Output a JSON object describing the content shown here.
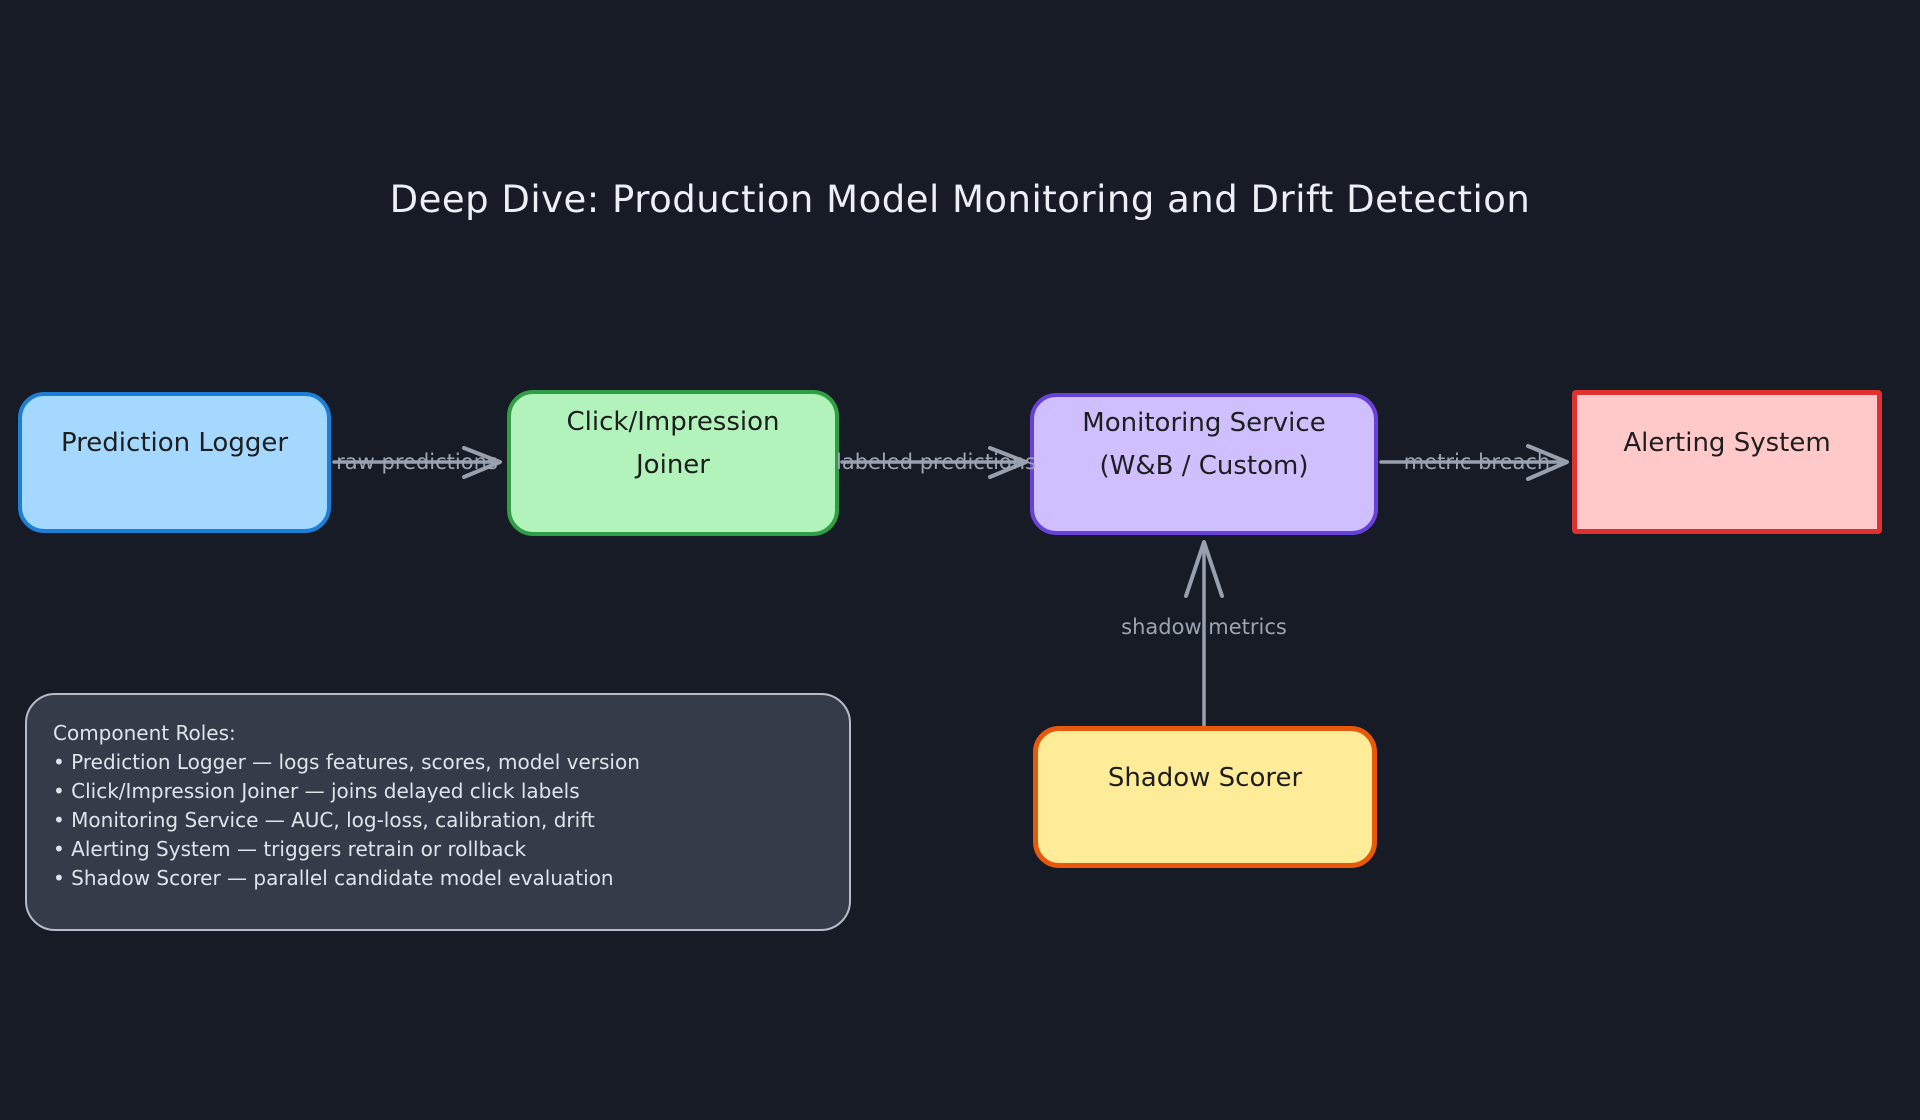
{
  "title": "Deep Dive: Production Model Monitoring and Drift Detection",
  "nodes": {
    "prediction_logger": {
      "label": "Prediction Logger",
      "fill": "#a5d8ff",
      "stroke": "#1c7ed6"
    },
    "click_impression_joiner": {
      "label": "Click/Impression\nJoiner",
      "fill": "#b2f2bb",
      "stroke": "#2f9e44"
    },
    "monitoring_service": {
      "label": "Monitoring Service\n(W&B / Custom)",
      "fill": "#d0bfff",
      "stroke": "#6741d9"
    },
    "alerting_system": {
      "label": "Alerting System",
      "fill": "#ffc9c9",
      "stroke": "#e03131"
    },
    "shadow_scorer": {
      "label": "Shadow Scorer",
      "fill": "#ffec99",
      "stroke": "#e8590c"
    }
  },
  "edges": {
    "raw_predictions": {
      "label": "raw predictions",
      "from": "prediction_logger",
      "to": "click_impression_joiner"
    },
    "labeled_predictions": {
      "label": "labeled predictions",
      "from": "click_impression_joiner",
      "to": "monitoring_service"
    },
    "metric_breach": {
      "label": "metric breach",
      "from": "monitoring_service",
      "to": "alerting_system"
    },
    "shadow_metrics": {
      "label": "shadow metrics",
      "from": "shadow_scorer",
      "to": "monitoring_service"
    }
  },
  "roles_panel": {
    "heading": "Component Roles:",
    "items": [
      "• Prediction Logger — logs features, scores, model version",
      "• Click/Impression Joiner — joins delayed click labels",
      "• Monitoring Service — AUC, log-loss, calibration, drift",
      "• Alerting System — triggers retrain or rollback",
      "• Shadow Scorer — parallel candidate model evaluation"
    ]
  },
  "colors": {
    "canvas_bg": "#171b26",
    "edge": "#99a0ad",
    "edge_label_text": "#9da4b1",
    "title_text": "#eceff5",
    "node_text": "#1e1e1e",
    "panel_bg": "#363b49",
    "panel_border": "#b6bcc7",
    "panel_text": "#dfe3ea"
  }
}
